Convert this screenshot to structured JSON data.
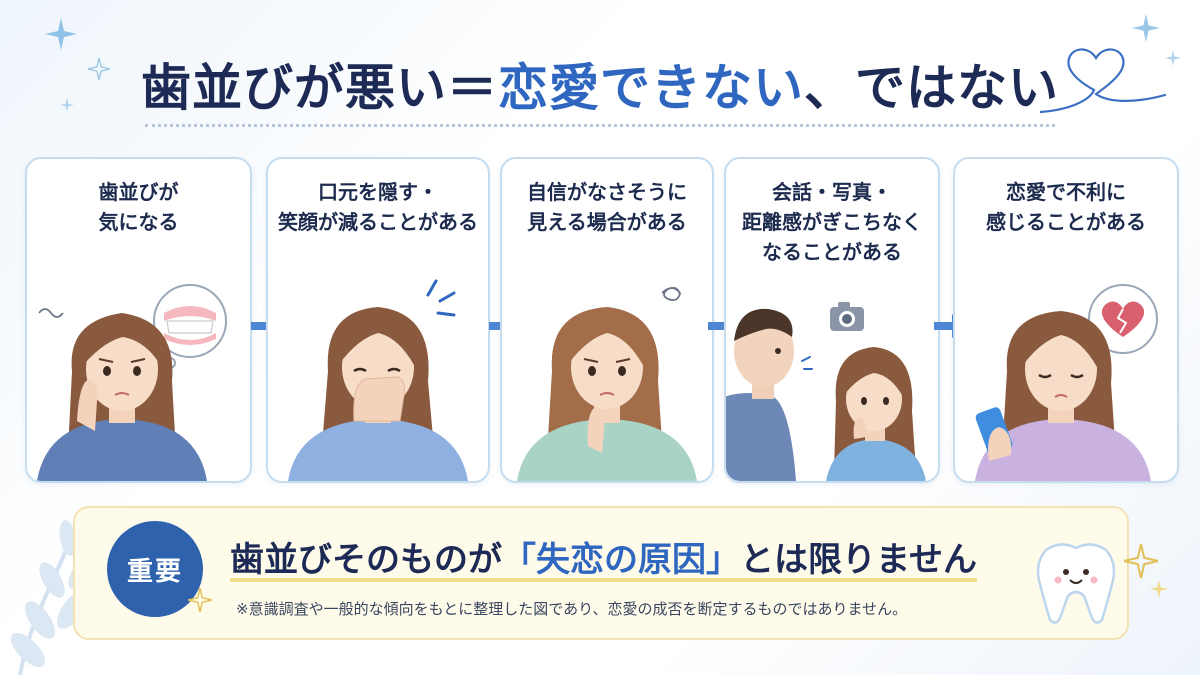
{
  "title": {
    "part1": "歯並びが悪い＝",
    "accent": "恋愛できない",
    "part2": "、ではない"
  },
  "steps": [
    {
      "text": "歯並びが\n気になる",
      "icon": "teeth-thought-icon"
    },
    {
      "text": "口元を隠す・\n笑顔が減ることがある",
      "icon": "hand-covering-mouth-icon"
    },
    {
      "text": "自信がなさそうに\n見える場合がある",
      "icon": "worry-scribble-icon"
    },
    {
      "text": "会話・写真・\n距離感がぎこちなく\nなることがある",
      "icon": "camera-icon"
    },
    {
      "text": "恋愛で不利に\n感じることがある",
      "icon": "broken-heart-icon"
    }
  ],
  "notice": {
    "badge": "重要",
    "headline_pre": "歯並びそのものが",
    "headline_hl": "「失恋の原因」",
    "headline_post": "とは限りません",
    "footnote": "※意識調査や一般的な傾向をもとに整理した図であり、恋愛の成否を断定するものではありません。"
  },
  "colors": {
    "accent": "#2f67c0",
    "badge": "#2e62ad",
    "card_border": "#c6dcef",
    "notice_bg": "#fffbea"
  }
}
